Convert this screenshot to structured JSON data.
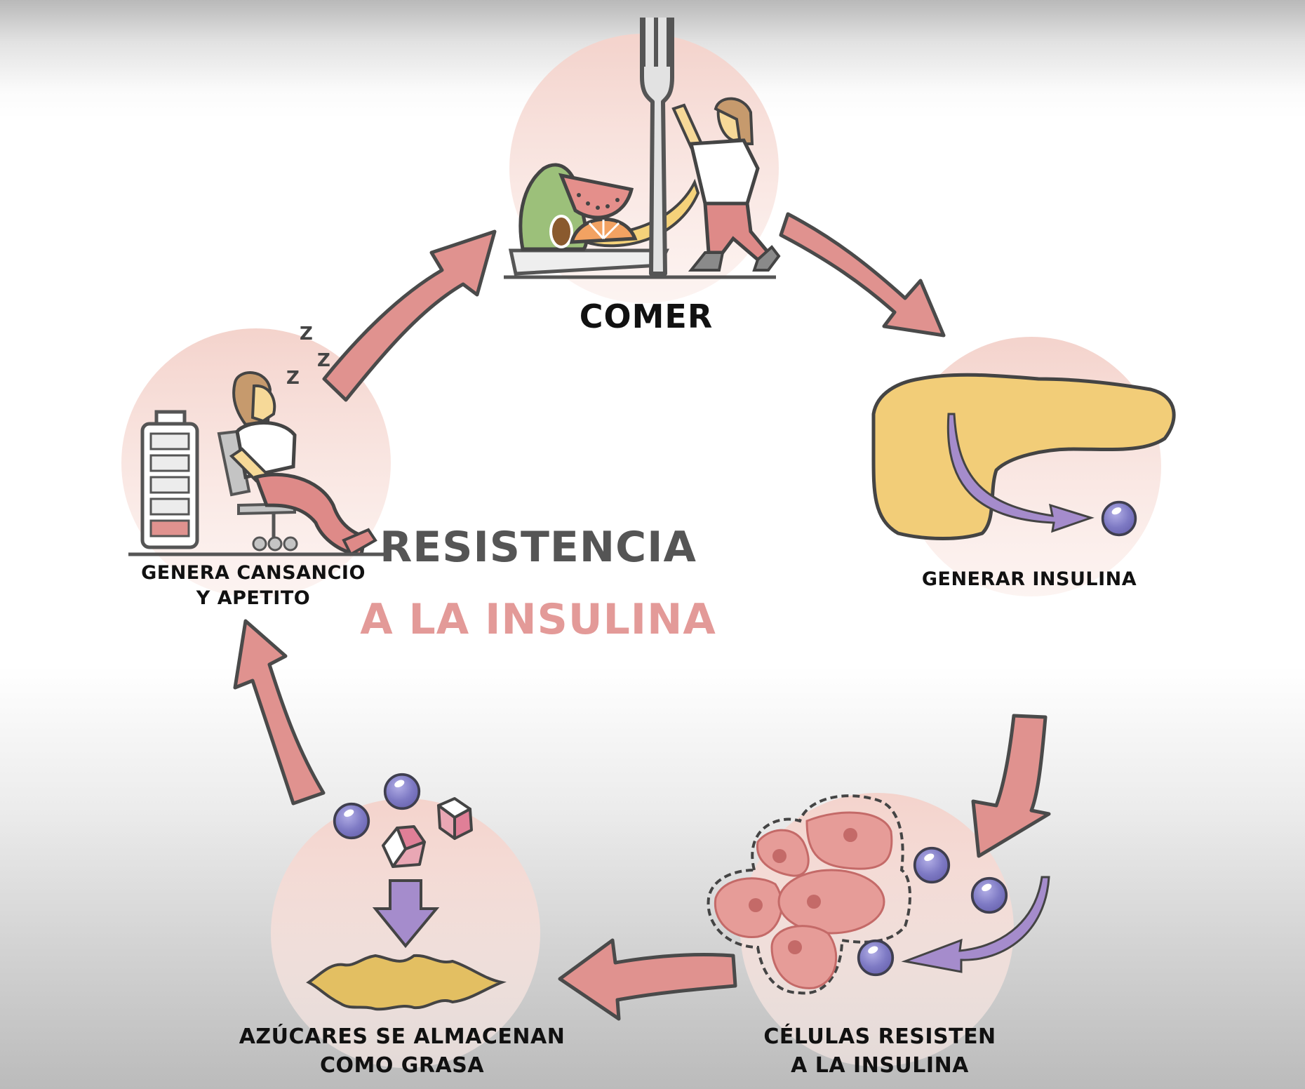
{
  "diagram": {
    "type": "cycle",
    "title": {
      "line1": "RESISTENCIA",
      "line2": "A LA INSULINA",
      "line1_color": "#555555",
      "line2_color": "#e39a98"
    },
    "colors": {
      "arrow_fill": "#e0928f",
      "arrow_stroke": "#4a4a4a",
      "node_circle": "#f6d9d3",
      "insulin_molecule": "#8b86c9",
      "pancreas": "#f2cd78",
      "fat": "#e3bf62",
      "cells": "#e69c98",
      "pants": "#de8a88",
      "skin": "#f6d998",
      "hair": "#c69a6d"
    },
    "nodes": [
      {
        "id": "comer",
        "label_lines": [
          "COMER"
        ],
        "illustration": "person-fork-fruit-plate"
      },
      {
        "id": "generar-insulina",
        "label_lines": [
          "GENERAR INSULINA"
        ],
        "illustration": "pancreas-releasing-insulin"
      },
      {
        "id": "celulas-resisten",
        "label_lines": [
          "CÉLULAS RESISTEN",
          "A LA INSULINA"
        ],
        "illustration": "cells-blocking-insulin"
      },
      {
        "id": "azucares-grasa",
        "label_lines": [
          "AZÚCARES SE ALMACENAN",
          "COMO GRASA"
        ],
        "illustration": "sugar-to-fat"
      },
      {
        "id": "cansancio",
        "label_lines": [
          "GENERA CANSANCIO",
          "Y APETITO"
        ],
        "illustration": "tired-person-low-battery",
        "battery_level_segments": 1,
        "battery_total_segments": 5,
        "sleep_text": "Z"
      }
    ],
    "edges": [
      {
        "from": "comer",
        "to": "generar-insulina"
      },
      {
        "from": "generar-insulina",
        "to": "celulas-resisten"
      },
      {
        "from": "celulas-resisten",
        "to": "azucares-grasa"
      },
      {
        "from": "azucares-grasa",
        "to": "cansancio"
      },
      {
        "from": "cansancio",
        "to": "comer"
      }
    ]
  }
}
